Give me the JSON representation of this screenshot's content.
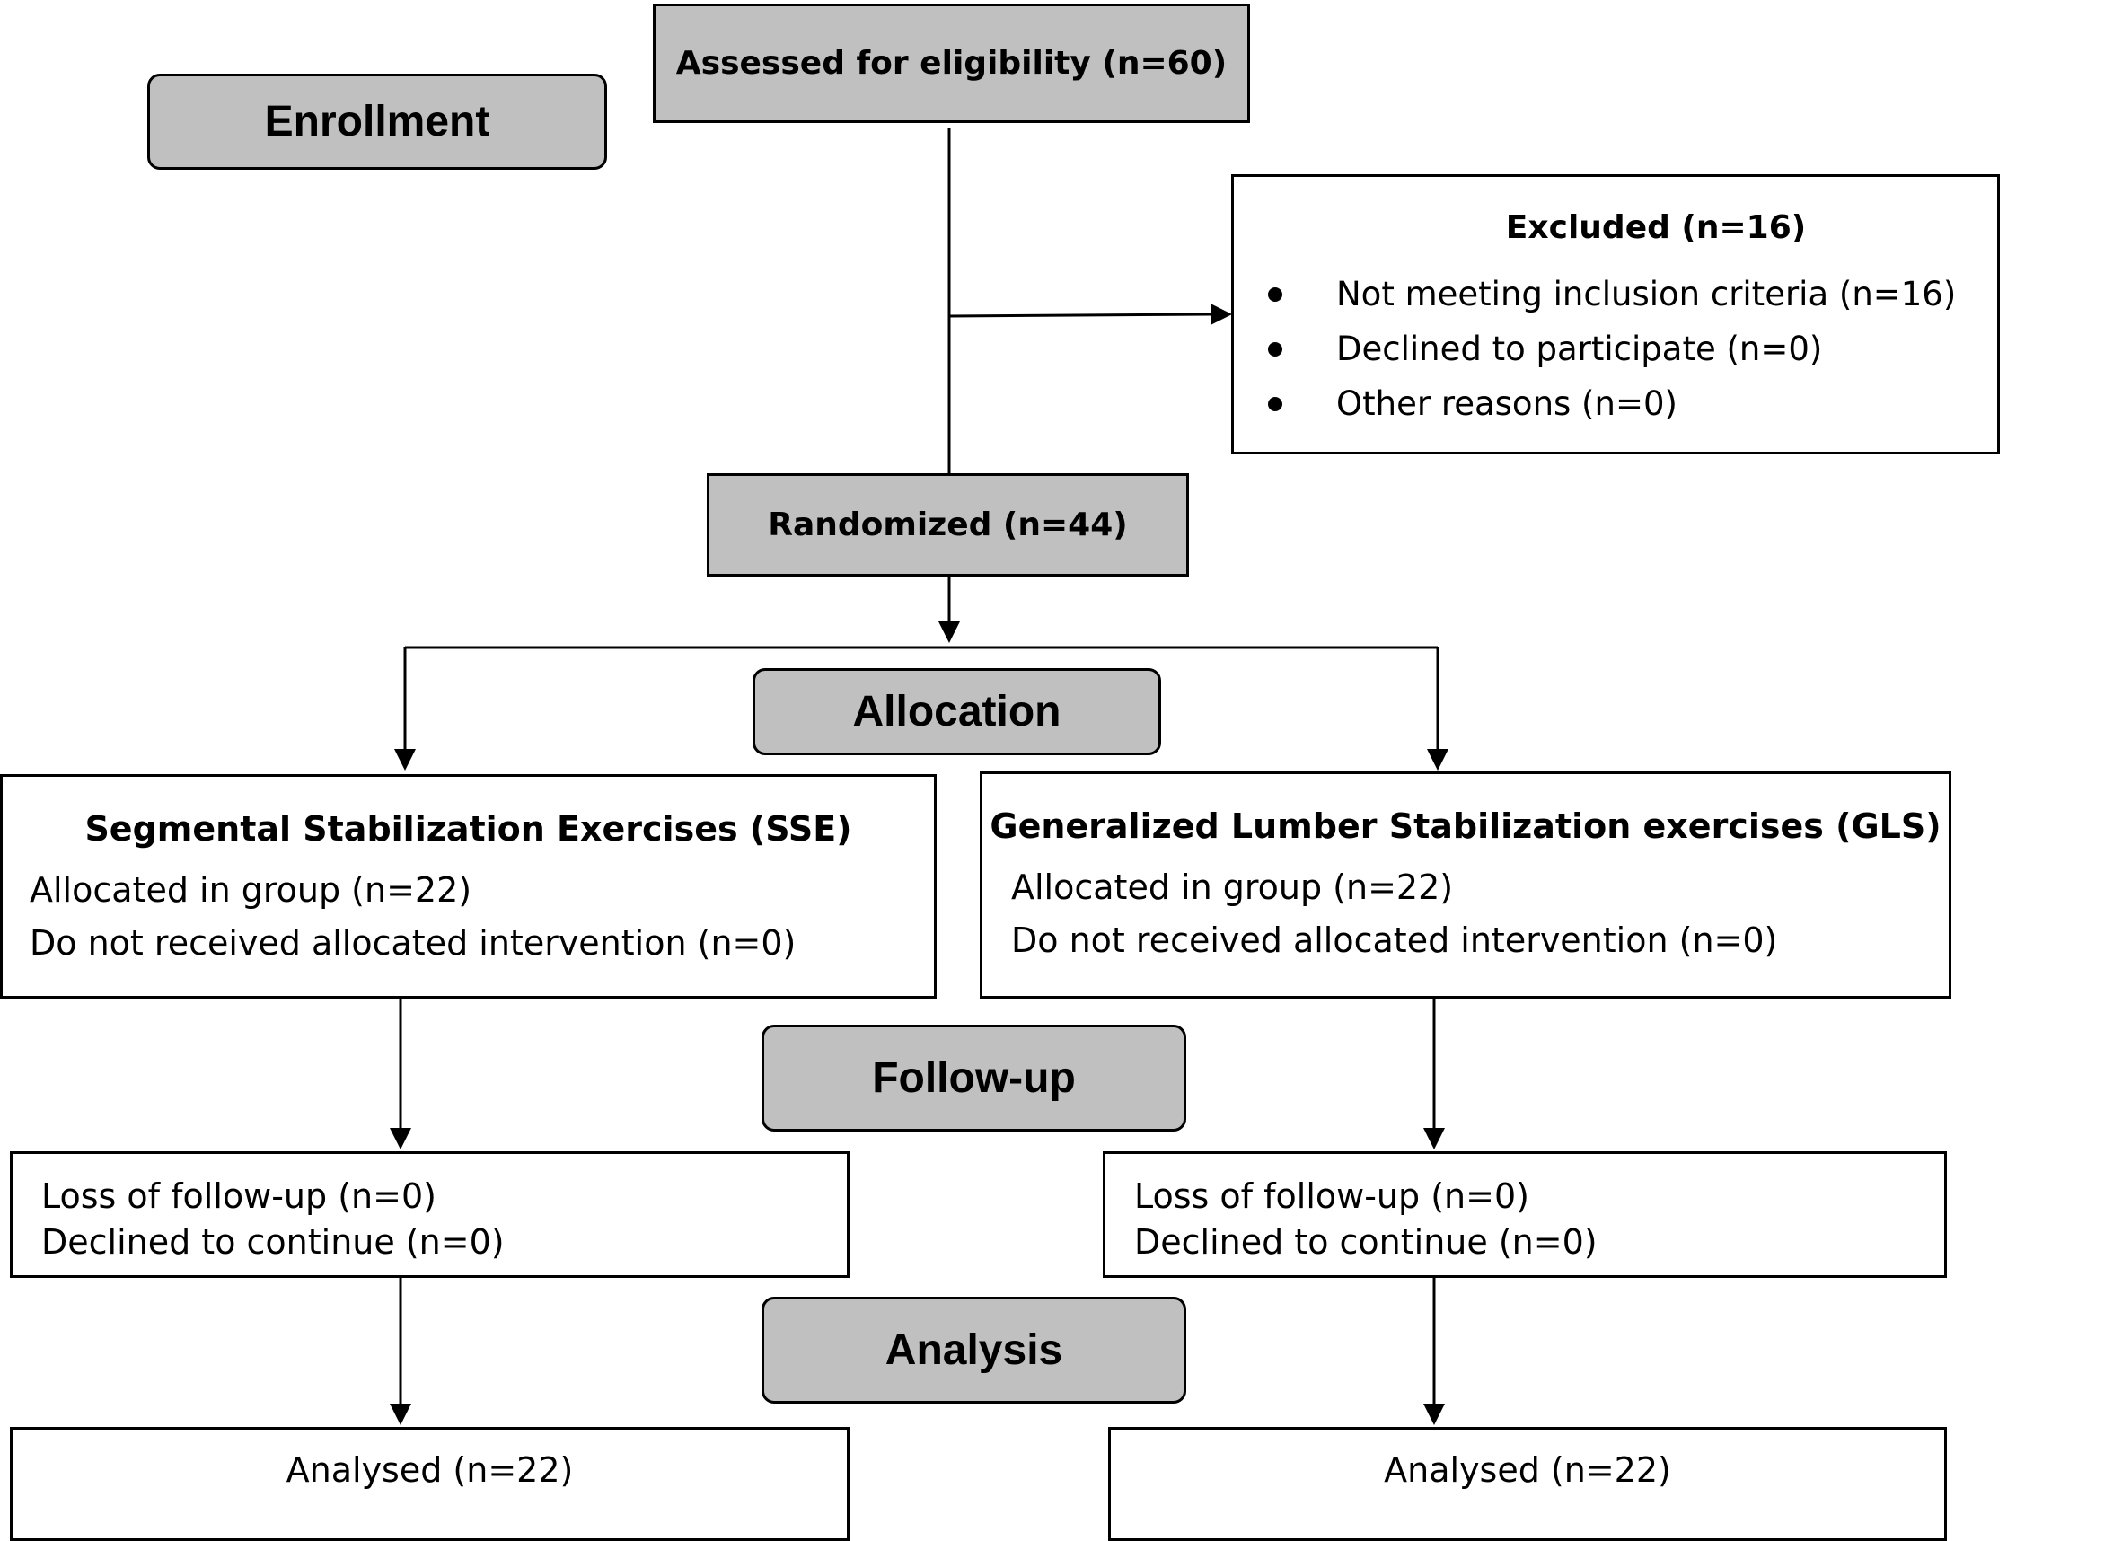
{
  "stages": {
    "enrollment": "Enrollment",
    "allocation": "Allocation",
    "follow_up": "Follow-up",
    "analysis": "Analysis"
  },
  "assessed": "Assessed for eligibility (n=60)",
  "excluded": {
    "title": "Excluded (n=16)",
    "items": [
      "Not meeting inclusion criteria (n=16)",
      "Declined to participate (n=0)",
      "Other reasons (n=0)"
    ]
  },
  "randomized": "Randomized (n=44)",
  "groups": [
    {
      "title": "Segmental Stabilization Exercises (SSE)",
      "allocated": "Allocated in group (n=22)",
      "not_received": "Do not received allocated intervention (n=0)",
      "loss": "Loss of follow-up (n=0)",
      "declined": "Declined to continue (n=0)",
      "analysed": "Analysed (n=22)"
    },
    {
      "title": "Generalized Lumber Stabilization exercises (GLS)",
      "allocated": "Allocated in group (n=22)",
      "not_received": "Do not received allocated intervention (n=0)",
      "loss": "Loss of follow-up (n=0)",
      "declined": "Declined to continue (n=0)",
      "analysed": "Analysed (n=22)"
    }
  ]
}
